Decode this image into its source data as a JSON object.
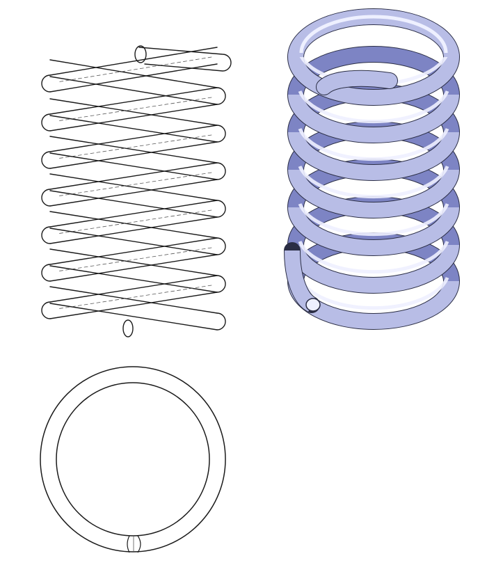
{
  "views": [
    {
      "name": "front-view",
      "style": "wireframe",
      "turns": 7
    },
    {
      "name": "isometric-view",
      "style": "shaded",
      "turns": 7
    },
    {
      "name": "top-view",
      "style": "wireframe"
    }
  ],
  "colors": {
    "background": "#ffffff",
    "line": "#1a1a1a",
    "hidden_line": "#555555",
    "coil_shade": "#b8bde6",
    "coil_highlight": "#eef0ff",
    "coil_dark": "#7d84c4",
    "coil_outline": "#2a2d44"
  }
}
